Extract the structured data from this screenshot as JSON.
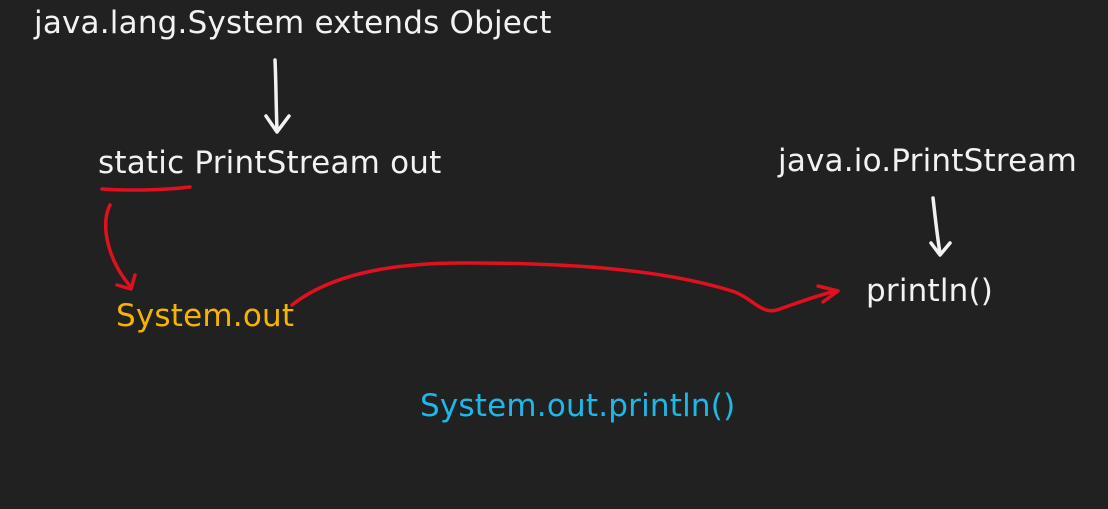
{
  "labels": {
    "system_class": "java.lang.System extends Object",
    "static_field": "static PrintStream out",
    "printstream_class": "java.io.PrintStream",
    "println_method": "println()",
    "system_out": "System.out",
    "full_call": "System.out.println()"
  },
  "colors": {
    "background": "#212121",
    "text": "#f2f2f2",
    "highlight_orange": "#f5b400",
    "highlight_blue": "#1eb8e8",
    "arrow_red": "#e0101e",
    "arrow_white": "#f2f2f2"
  }
}
